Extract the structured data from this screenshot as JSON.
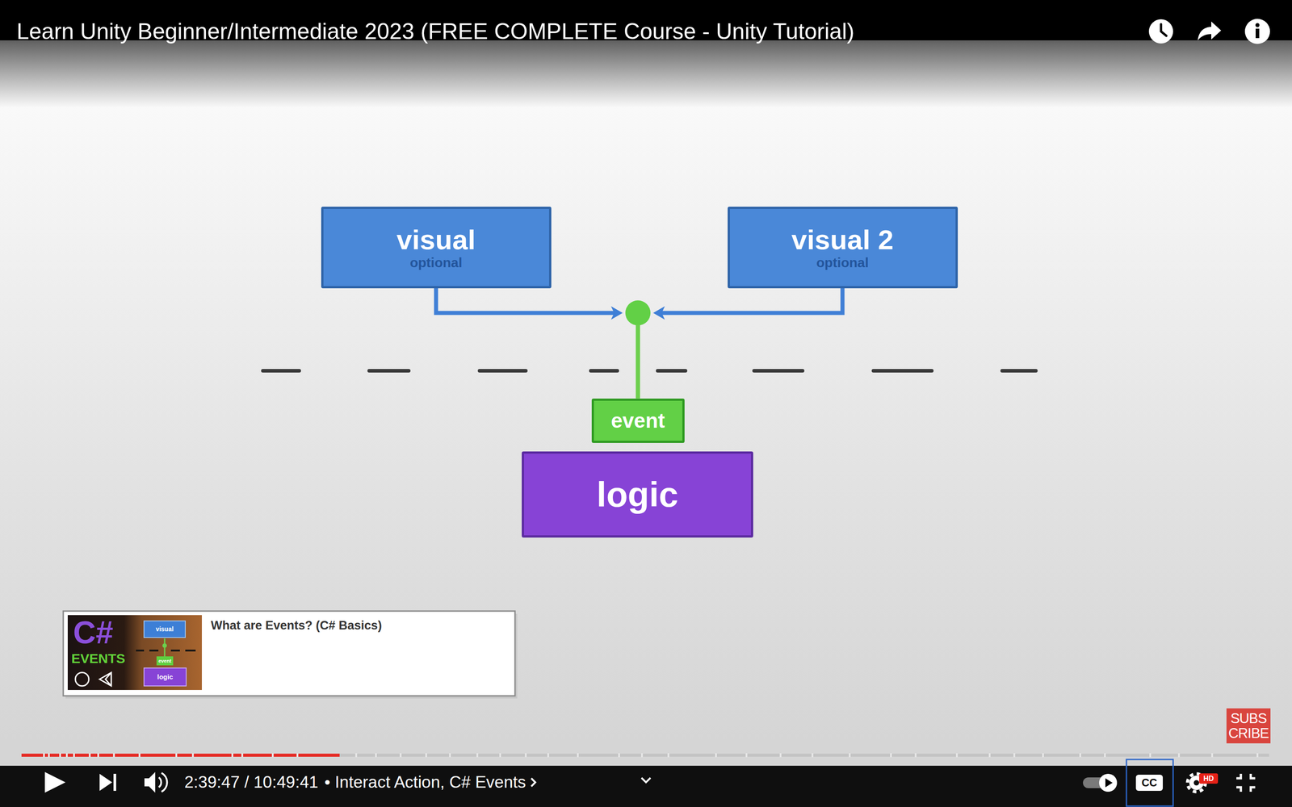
{
  "diagram": {
    "title": "Learn Unity Beginner/Intermediate 2023 (FREE COMPLETE Course - Unity Tutorial)",
    "nodes": [
      {
        "text": [
          "visual",
          "optional"
        ]
      },
      {
        "text": [
          "visual 2",
          "optional"
        ]
      },
      {
        "text": [
          "event"
        ]
      },
      {
        "text": [
          "logic"
        ]
      }
    ],
    "edges": [
      {
        "from": 0,
        "to": 2,
        "arrow": "to"
      },
      {
        "from": 1,
        "to": 2,
        "arrow": "to"
      }
    ],
    "labels": [
      "2:39:47 / 10:49:41",
      "• Interact Action, C# Events",
      "What are Events? (C# Basics)",
      "C#",
      "EVENTS",
      "visual",
      "event",
      "logic",
      "SUBS CRIBE",
      "CC",
      "HD"
    ]
  }
}
